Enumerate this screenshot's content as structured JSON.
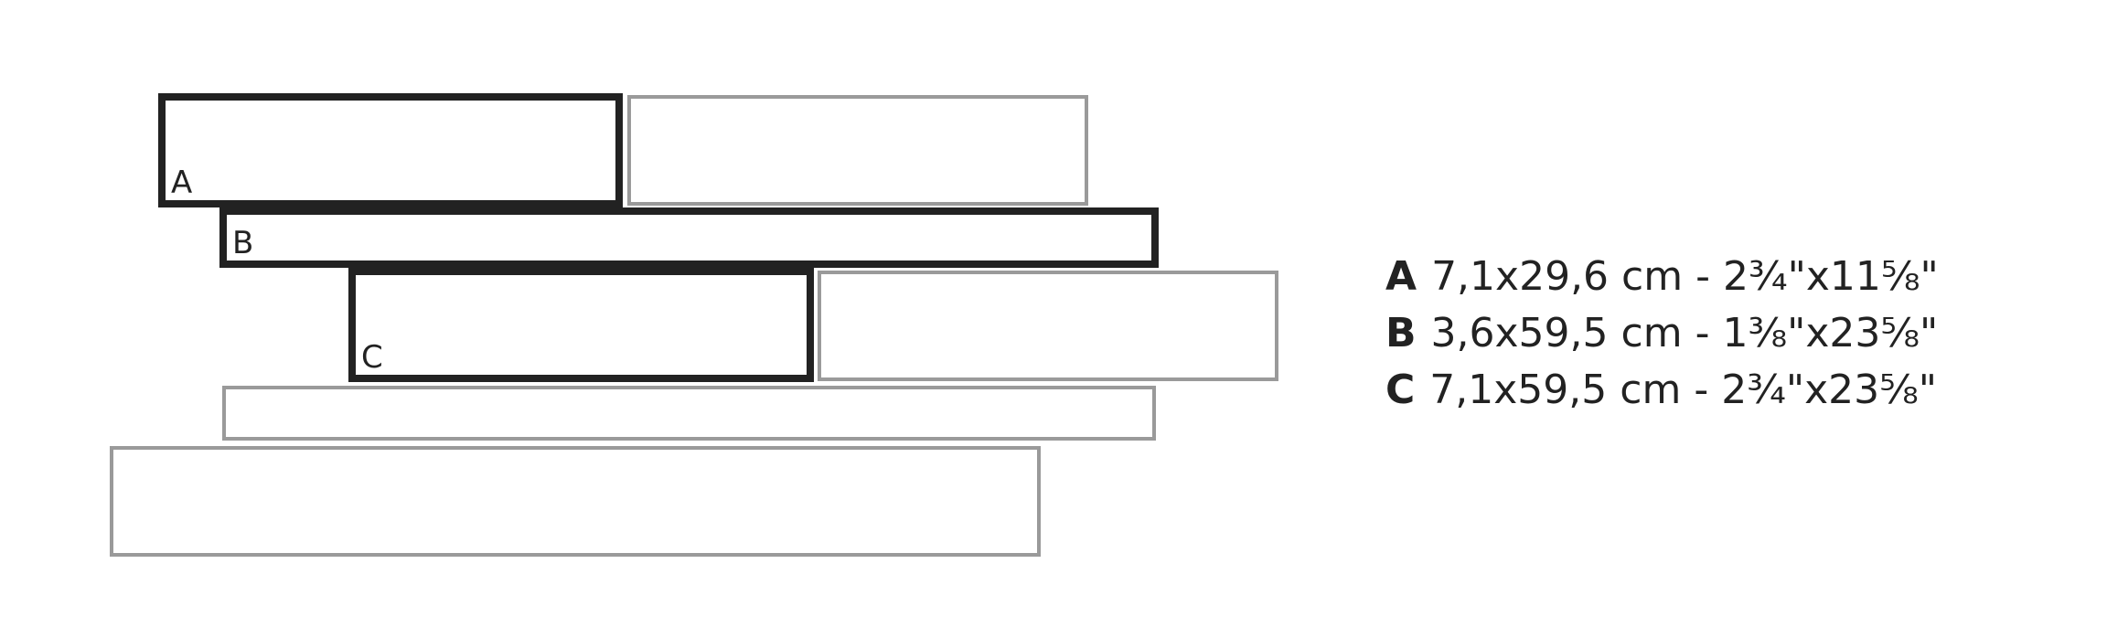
{
  "tiles": {
    "a_label": "A",
    "b_label": "B",
    "c_label": "C"
  },
  "legend": [
    {
      "letter": "A",
      "metric": "7,1x29,6 cm",
      "separator": "-",
      "imperial": "2¾\"x11⅝\""
    },
    {
      "letter": "B",
      "metric": "3,6x59,5 cm",
      "separator": "-",
      "imperial": "1⅜\"x23⅝\""
    },
    {
      "letter": "C",
      "metric": "7,1x59,5 cm",
      "separator": "-",
      "imperial": "2¾\"x23⅝\""
    }
  ],
  "colors": {
    "main_outline": "#222222",
    "faint_outline": "#9a9a9a",
    "background": "#ffffff"
  }
}
